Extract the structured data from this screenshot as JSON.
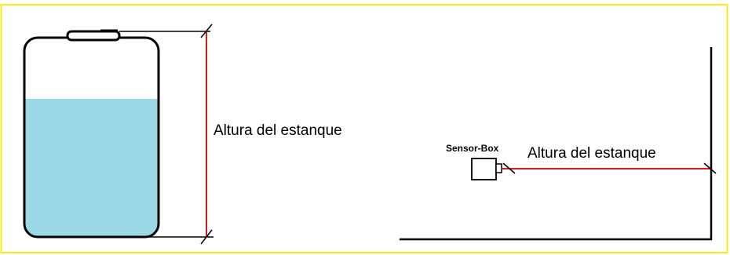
{
  "colors": {
    "frame": "#f5ea1e",
    "water": "#9cd9e6",
    "outline": "#000000",
    "measure_line": "#d41b1b"
  },
  "left_panel": {
    "height_label": "Altura del estanque"
  },
  "right_panel": {
    "sensor_label": "Sensor-Box",
    "height_label": "Altura del estanque"
  }
}
